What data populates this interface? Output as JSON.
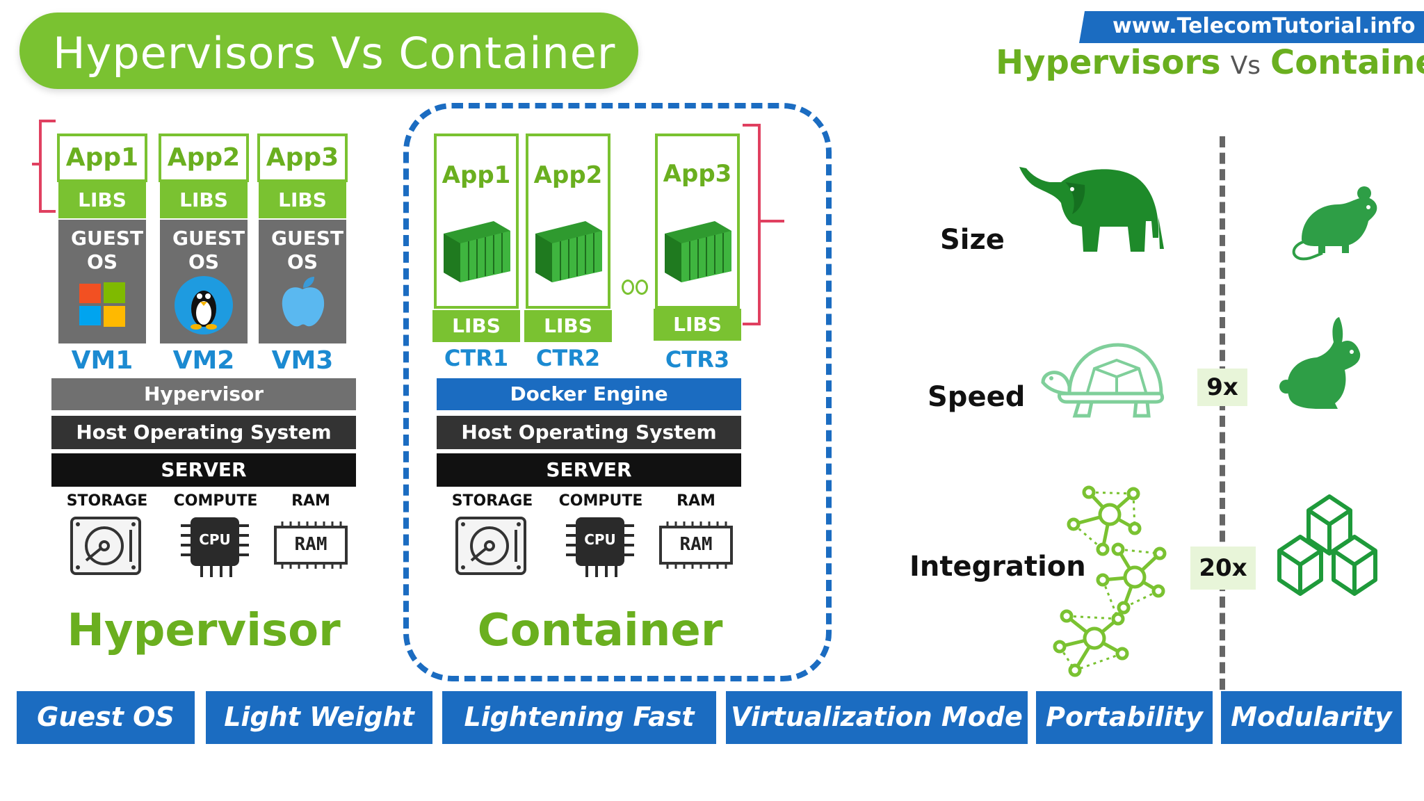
{
  "header": {
    "title": "Hypervisors Vs Container",
    "website": "www.TelecomTutorial.info",
    "subtitle_left": "Hypervisors",
    "subtitle_vs": "Vs",
    "subtitle_right": "Container"
  },
  "hypervisor_stack": {
    "vms": [
      {
        "app": "App1",
        "libs": "LIBS",
        "guest_os": "GUEST OS",
        "label": "VM1",
        "os_icon": "windows-icon"
      },
      {
        "app": "App2",
        "libs": "LIBS",
        "guest_os": "GUEST OS",
        "label": "VM2",
        "os_icon": "linux-icon"
      },
      {
        "app": "App3",
        "libs": "LIBS",
        "guest_os": "GUEST OS",
        "label": "VM3",
        "os_icon": "apple-icon"
      }
    ],
    "layers": [
      "Hypervisor",
      "Host Operating System",
      "SERVER"
    ],
    "hardware": [
      "STORAGE",
      "COMPUTE",
      "RAM"
    ],
    "caption": "Hypervisor"
  },
  "container_stack": {
    "containers": [
      {
        "app": "App1",
        "libs": "LIBS",
        "label": "CTR1"
      },
      {
        "app": "App2",
        "libs": "LIBS",
        "label": "CTR2"
      },
      {
        "app": "App3",
        "libs": "LIBS",
        "label": "CTR3"
      }
    ],
    "layers": [
      "Docker Engine",
      "Host Operating System",
      "SERVER"
    ],
    "hardware": [
      "STORAGE",
      "COMPUTE",
      "RAM"
    ],
    "caption": "Container"
  },
  "hardware_icons": {
    "cpu_text": "CPU",
    "ram_text": "RAM"
  },
  "comparison": {
    "rows": [
      {
        "label": "Size",
        "left_icon": "elephant-icon",
        "right_icon": "mouse-icon",
        "multiplier": ""
      },
      {
        "label": "Speed",
        "left_icon": "turtle-icon",
        "right_icon": "rabbit-icon",
        "multiplier": "9x"
      },
      {
        "label": "Integration",
        "left_icon": "network-nodes-icon",
        "right_icon": "cubes-icon",
        "multiplier": "20x"
      }
    ]
  },
  "bottom_tabs": [
    "Guest OS",
    "Light Weight",
    "Lightening Fast",
    "Virtualization Mode",
    "Portability",
    "Modularity"
  ],
  "colors": {
    "green": "#7ac231",
    "blue": "#1b6cc1",
    "dark_green": "#1a8a2a",
    "bracket": "#e04060"
  }
}
